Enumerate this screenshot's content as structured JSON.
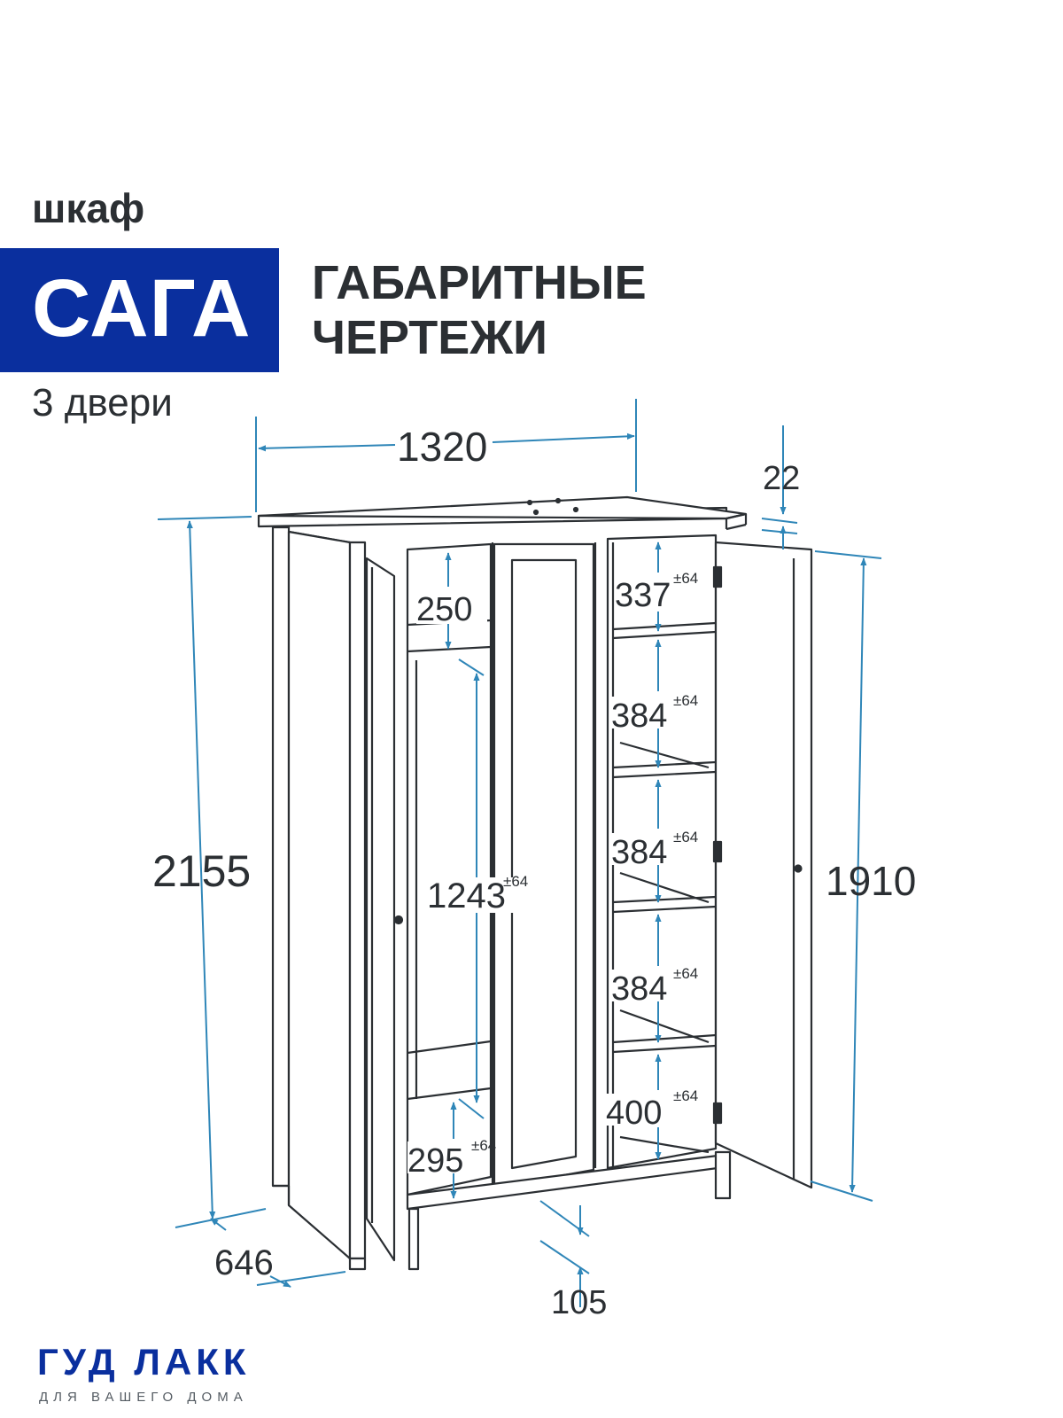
{
  "header": {
    "product_type": "шкаф",
    "product_name": "САГА",
    "variant": "3 двери",
    "drawings_line1": "ГАБАРИТНЫЕ",
    "drawings_line2": "ЧЕРТЕЖИ"
  },
  "dimensions": {
    "width": "1320",
    "top_thickness": "22",
    "total_height": "2155",
    "door_height": "1910",
    "depth": "646",
    "plinth_height": "105",
    "left_top_shelf": "250",
    "hanging_height": "1243",
    "left_bottom": "295",
    "shelf_1": "337",
    "shelf_2": "384",
    "shelf_3": "384",
    "shelf_4": "384",
    "shelf_5": "400",
    "tolerance": "±64"
  },
  "brand": {
    "name": "ГУД ЛАКК",
    "tagline": "ДЛЯ ВАШЕГО ДОМА"
  },
  "colors": {
    "brand_blue": "#0a2f9e",
    "dimension_blue": "#2f86b8",
    "line_dark": "#2b2f33"
  }
}
